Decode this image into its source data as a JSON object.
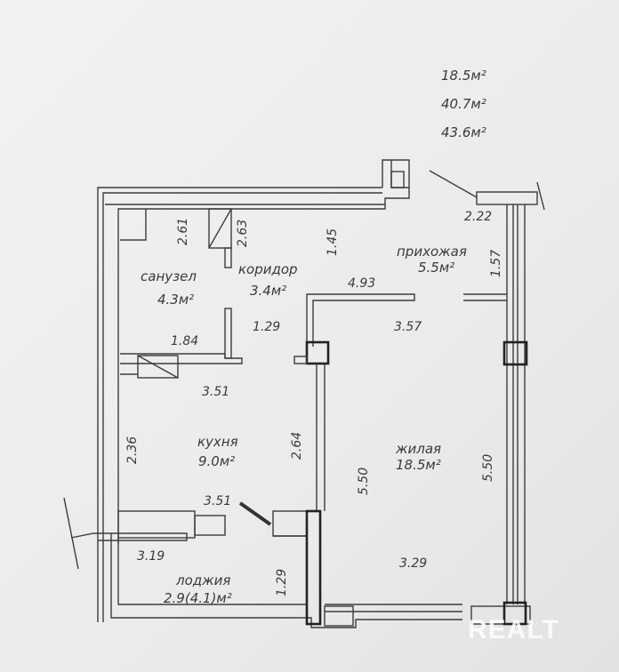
{
  "summary_areas": [
    "18.5м²",
    "40.7м²",
    "43.6м²"
  ],
  "rooms": {
    "bathroom": {
      "name": "санузел",
      "area": "4.3м²"
    },
    "corridor": {
      "name": "коридор",
      "area": "3.4м²"
    },
    "hallway": {
      "name": "прихожая",
      "area": "5.5м²"
    },
    "kitchen": {
      "name": "кухня",
      "area": "9.0м²"
    },
    "living": {
      "name": "жилая",
      "area": "18.5м²"
    },
    "loggia": {
      "name": "лоджия",
      "area": "2.9(4.1)м²"
    }
  },
  "dimensions": {
    "bath_height": "2.61",
    "corridor_height": "2.63",
    "corridor_width_top": "1.45",
    "entry_width": "2.22",
    "hall_height": "1.57",
    "living_top": "4.93",
    "corridor_width": "1.29",
    "hall_width": "3.57",
    "bath_width": "1.84",
    "kitchen_top": "3.51",
    "kitchen_left": "2.36",
    "kitchen_right": "2.64",
    "living_left": "5.50",
    "living_right": "5.50",
    "kitchen_bottom": "3.51",
    "loggia_width": "3.19",
    "loggia_depth": "1.29",
    "living_bottom": "3.29"
  },
  "watermark": "REALT"
}
